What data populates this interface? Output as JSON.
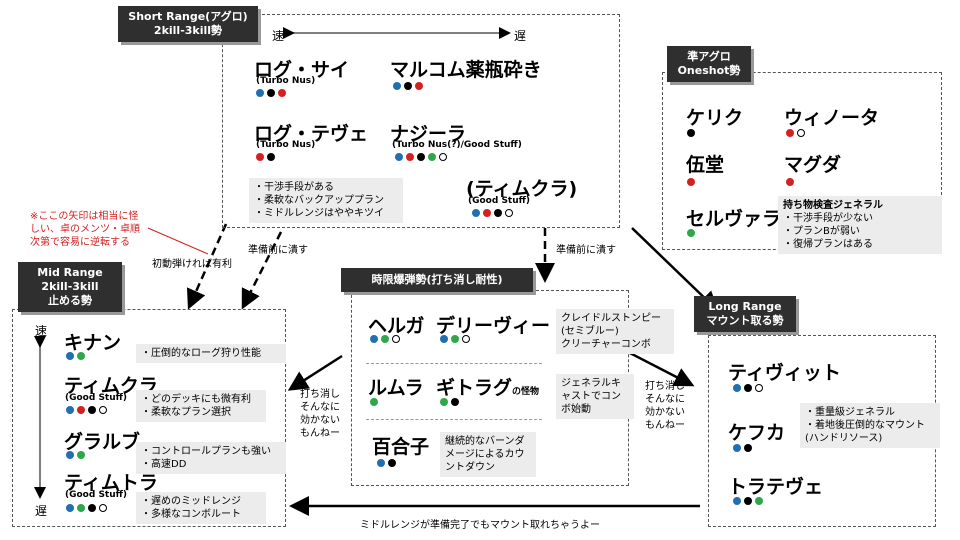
{
  "short_range": {
    "title": "Short Range(アグロ)",
    "subtitle": "2kill-3kill勢",
    "speed_fast": "速",
    "speed_slow": "遅",
    "decks": [
      {
        "name": "ログ・サイ",
        "sub": "(Turbo Nus)",
        "colors": [
          "blue",
          "black",
          "red"
        ]
      },
      {
        "name": "マルコム薬瓶砕き",
        "sub": "",
        "colors": [
          "blue",
          "black",
          "red"
        ]
      },
      {
        "name": "ログ・テヴェ",
        "sub": "(Turbo Nus)",
        "colors": [
          "red",
          "black"
        ]
      },
      {
        "name": "ナジーラ",
        "sub": "(Turbo Nus(?)/Good Stuff)",
        "colors": [
          "blue",
          "red",
          "black",
          "green",
          "white"
        ]
      },
      {
        "name": "(ティムクラ)",
        "sub": "(Good Stuff)",
        "colors": [
          "blue",
          "red",
          "black",
          "white"
        ]
      }
    ],
    "notes": [
      "・干渉手段がある",
      "・柔軟なバックアッププラン",
      "・ミドルレンジはややキツイ"
    ]
  },
  "semi_aggro": {
    "title": "準アグロ",
    "subtitle": "Oneshot勢",
    "decks": [
      {
        "name": "ケリク",
        "colors": [
          "black"
        ]
      },
      {
        "name": "ウィノータ",
        "colors": [
          "red",
          "white"
        ]
      },
      {
        "name": "伍堂",
        "colors": [
          "red"
        ]
      },
      {
        "name": "マグダ",
        "colors": [
          "red"
        ]
      },
      {
        "name": "セルヴァラ",
        "colors": [
          "green"
        ]
      }
    ],
    "note_title": "持ち物検査ジェネラル",
    "notes": [
      "・干渉手段が少ない",
      "・プランBが弱い",
      "・復帰プランはある"
    ]
  },
  "mid_range": {
    "title": "Mid Range",
    "subtitle": "2kill-3kill",
    "subtitle2": "止める勢",
    "speed_fast": "速",
    "speed_slow": "遅",
    "decks": [
      {
        "name": "キナン",
        "sub": "",
        "colors": [
          "blue",
          "green"
        ],
        "notes": [
          "・圧倒的なローグ狩り性能"
        ]
      },
      {
        "name": "ティムクラ",
        "sub": "(Good Stuff)",
        "colors": [
          "blue",
          "red",
          "black",
          "white"
        ],
        "notes": [
          "・どのデッキにも微有利",
          "・柔軟なプラン選択"
        ]
      },
      {
        "name": "グラルブ",
        "sub": "",
        "colors": [
          "blue",
          "green"
        ],
        "notes": [
          "・コントロールプランも強い",
          "・高速DD"
        ]
      },
      {
        "name": "ティムトラ",
        "sub": "(Good Stuff)",
        "colors": [
          "blue",
          "green",
          "black",
          "white"
        ],
        "notes": [
          "・遅めのミッドレンジ",
          "・多様なコンボルート"
        ]
      }
    ]
  },
  "time_bomb": {
    "title": "時限爆弾勢(打ち消し耐性)",
    "decks": [
      {
        "name": "ヘルガ",
        "colors": [
          "blue",
          "green",
          "white"
        ]
      },
      {
        "name": "デリーヴィー",
        "colors": [
          "blue",
          "green",
          "white"
        ]
      },
      {
        "name": "ルムラ",
        "colors": [
          "green"
        ]
      },
      {
        "name": "ギトラグ",
        "suffix": "の怪物",
        "colors": [
          "green",
          "black"
        ]
      },
      {
        "name": "百合子",
        "colors": [
          "blue",
          "black"
        ]
      }
    ],
    "notes": [
      [
        "クレイドルストンピー",
        "(セミブルー)",
        "クリーチャーコンボ"
      ],
      [
        "ジェネラルキ",
        "ャストでコン",
        "ボ始動"
      ],
      [
        "継続的なバーンダ",
        "メージによるカウ",
        "ントダウン"
      ]
    ]
  },
  "long_range": {
    "title": "Long Range",
    "subtitle": "マウント取る勢",
    "decks": [
      {
        "name": "ティヴィット",
        "colors": [
          "blue",
          "black",
          "white"
        ]
      },
      {
        "name": "ケフカ",
        "colors": [
          "blue",
          "black"
        ]
      },
      {
        "name": "トラテヴェ",
        "colors": [
          "blue",
          "black",
          "green"
        ]
      }
    ],
    "notes": [
      "・重量級ジェネラル",
      "・着地後圧倒的なマウント",
      "(ハンドリソース)"
    ]
  },
  "annotations": {
    "warning": [
      "※ここの矢印は相当に怪",
      "しい、卓のメンツ・卓順",
      "次第で容易に逆転する"
    ],
    "initial_move": "初動弾ければ有利",
    "crush1": "準備前に潰す",
    "crush2": "準備前に潰す",
    "counter1": [
      "打ち消し",
      "そんなに",
      "効かない",
      "もんねー"
    ],
    "counter2": [
      "打ち消し",
      "そんなに",
      "効かない",
      "もんねー"
    ],
    "bottom": "ミドルレンジが準備完了でもマウント取れちゃうよー"
  },
  "colors": {
    "blue": "#1f6fb2",
    "red": "#d52020",
    "black": "#000000",
    "green": "#2fa64a",
    "white": "#ffffff",
    "label_bg": "#2f2f2f",
    "note_bg": "#ececec"
  }
}
